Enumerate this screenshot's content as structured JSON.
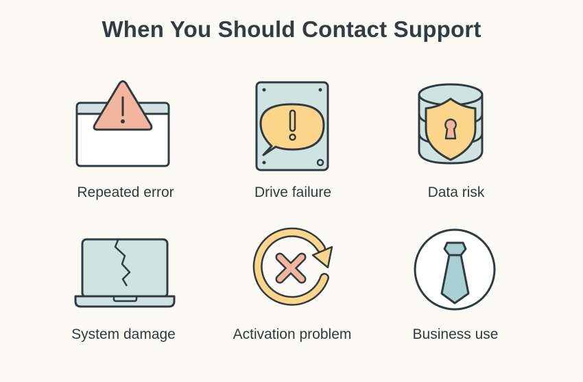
{
  "title": "When You Should Contact Support",
  "colors": {
    "background": "#fbfaf5",
    "stroke": "#2f3a3f",
    "light_teal": "#cfe3e1",
    "yellow": "#fbd68a",
    "salmon": "#f4b59f",
    "tie_blue": "#a9cfd2"
  },
  "items": [
    {
      "label": "Repeated error",
      "icon": "browser-window-warning-icon"
    },
    {
      "label": "Drive failure",
      "icon": "hard-drive-alert-icon"
    },
    {
      "label": "Data risk",
      "icon": "database-shield-lock-icon"
    },
    {
      "label": "System damage",
      "icon": "cracked-laptop-icon"
    },
    {
      "label": "Activation problem",
      "icon": "refresh-x-icon"
    },
    {
      "label": "Business use",
      "icon": "necktie-icon"
    }
  ]
}
